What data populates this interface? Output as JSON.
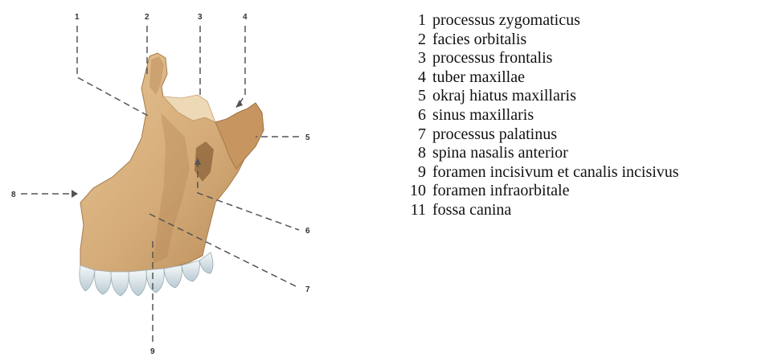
{
  "figure": {
    "callouts": [
      "1",
      "2",
      "3",
      "4",
      "5",
      "6",
      "7",
      "8",
      "9"
    ],
    "colors": {
      "bone": "#d9b483",
      "bone_dark": "#b98f5e",
      "bone_shadow": "#8a6238",
      "tooth": "#dfe8ec",
      "leader": "#555555"
    }
  },
  "legend": {
    "items": [
      {
        "num": "1",
        "label": "processus zygomaticus"
      },
      {
        "num": "2",
        "label": "facies orbitalis"
      },
      {
        "num": "3",
        "label": "processus frontalis"
      },
      {
        "num": "4",
        "label": "tuber maxillae"
      },
      {
        "num": "5",
        "label": "okraj hiatus maxillaris"
      },
      {
        "num": "6",
        "label": "sinus maxillaris"
      },
      {
        "num": "7",
        "label": "processus palatinus"
      },
      {
        "num": "8",
        "label": "spina nasalis anterior"
      },
      {
        "num": "9",
        "label": "foramen incisivum et canalis incisivus"
      },
      {
        "num": "10",
        "label": "foramen infraorbitale"
      },
      {
        "num": "11",
        "label": "fossa canina"
      }
    ]
  }
}
